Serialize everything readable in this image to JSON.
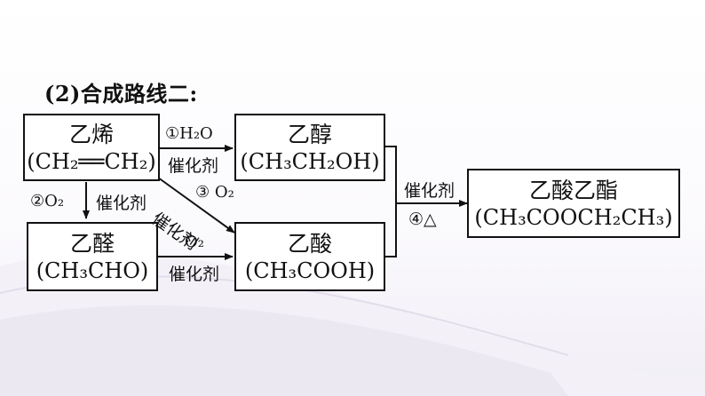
{
  "heading": "(2)合成路线二:",
  "nodes": {
    "ethylene": {
      "name": "乙烯",
      "formula": "(CH₂══CH₂)"
    },
    "ethanol": {
      "name": "乙醇",
      "formula": "(CH₃CH₂OH)"
    },
    "acetaldehyde": {
      "name": "乙醛",
      "formula": "(CH₃CHO)"
    },
    "acetic_acid": {
      "name": "乙酸",
      "formula": "(CH₃COOH)"
    },
    "ethyl_acetate": {
      "name": "乙酸乙酯",
      "formula": "(CH₃COOCH₂CH₃)"
    }
  },
  "edges": {
    "step1_reagent": "①H₂O",
    "step1_catalyst": "催化剂",
    "step2_reagent": "②O₂",
    "step2_catalyst": "催化剂",
    "step3_reagent": "③ O₂",
    "step3_catalyst": "催化剂",
    "oxidation_reagent": "O₂",
    "oxidation_catalyst": "催化剂",
    "step4_catalyst": "催化剂",
    "step4_condition": "④△"
  },
  "colors": {
    "background_wave": "#e9e4f0",
    "line": "#111111"
  }
}
